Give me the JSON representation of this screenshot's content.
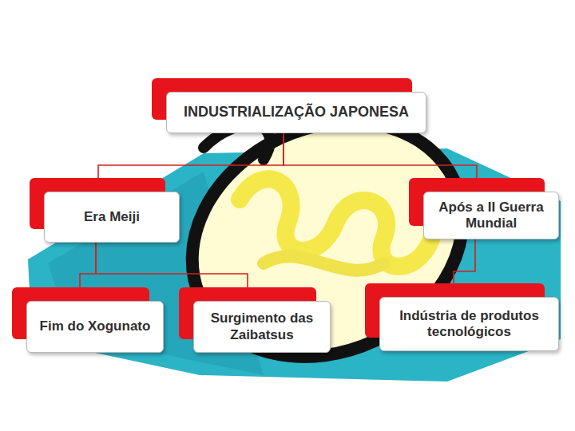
{
  "diagram": {
    "nodes": [
      {
        "text": [
          "INDUSTRIALIZAÇÃO  JAPONESA"
        ]
      },
      {
        "text": [
          "Era Meiji"
        ]
      },
      {
        "text": [
          "Após a II Guerra Mundial"
        ]
      },
      {
        "text": [
          "Fim do Xogunato"
        ]
      },
      {
        "text": [
          "Surgimento das Zaibatsus"
        ]
      },
      {
        "text": [
          "Indústria de  produtos tecnológicos"
        ]
      }
    ],
    "edges": [
      {
        "from": 0,
        "to": 1,
        "arrow": "none"
      },
      {
        "from": 0,
        "to": 2,
        "arrow": "none"
      },
      {
        "from": 1,
        "to": 3,
        "arrow": "none"
      },
      {
        "from": 1,
        "to": 4,
        "arrow": "none"
      },
      {
        "from": 2,
        "to": 5,
        "arrow": "none"
      }
    ]
  }
}
